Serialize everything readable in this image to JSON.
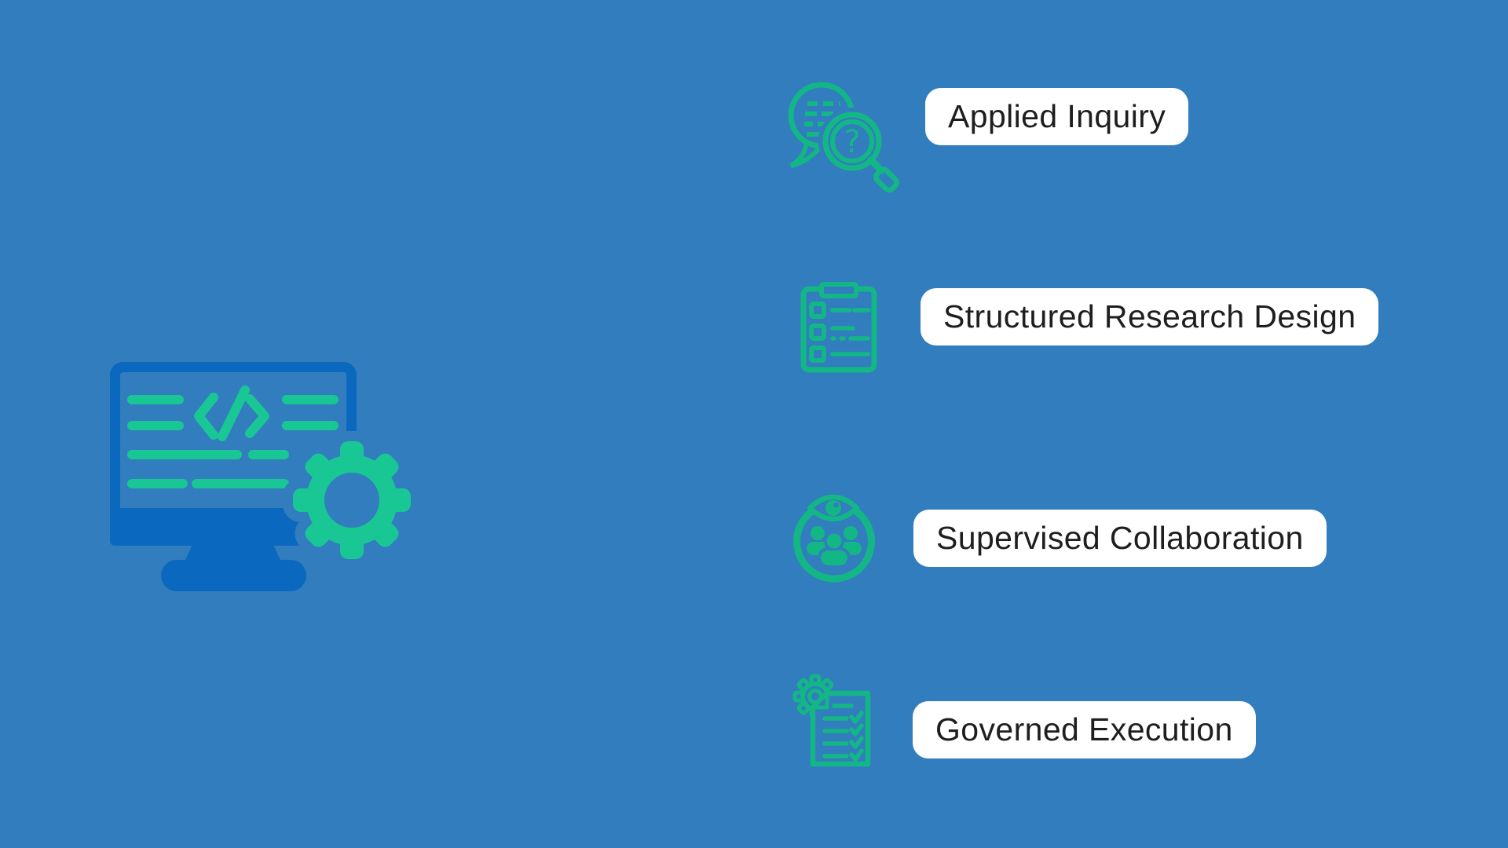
{
  "background_color": "#317DBE",
  "colors": {
    "illustration_blue": "#0A69BE",
    "illustration_green": "#19C795",
    "icon_green": "#13B785",
    "pill_background": "#FFFFFF",
    "label_text": "#1E1E1E"
  },
  "illustration": {
    "name": "code-monitor-with-gear"
  },
  "features": [
    {
      "icon": "inquiry-search-icon",
      "label": "Applied Inquiry"
    },
    {
      "icon": "clipboard-checklist-icon",
      "label": "Structured Research Design"
    },
    {
      "icon": "team-oversight-icon",
      "label": "Supervised Collaboration"
    },
    {
      "icon": "gear-checklist-document-icon",
      "label": "Governed Execution"
    }
  ]
}
